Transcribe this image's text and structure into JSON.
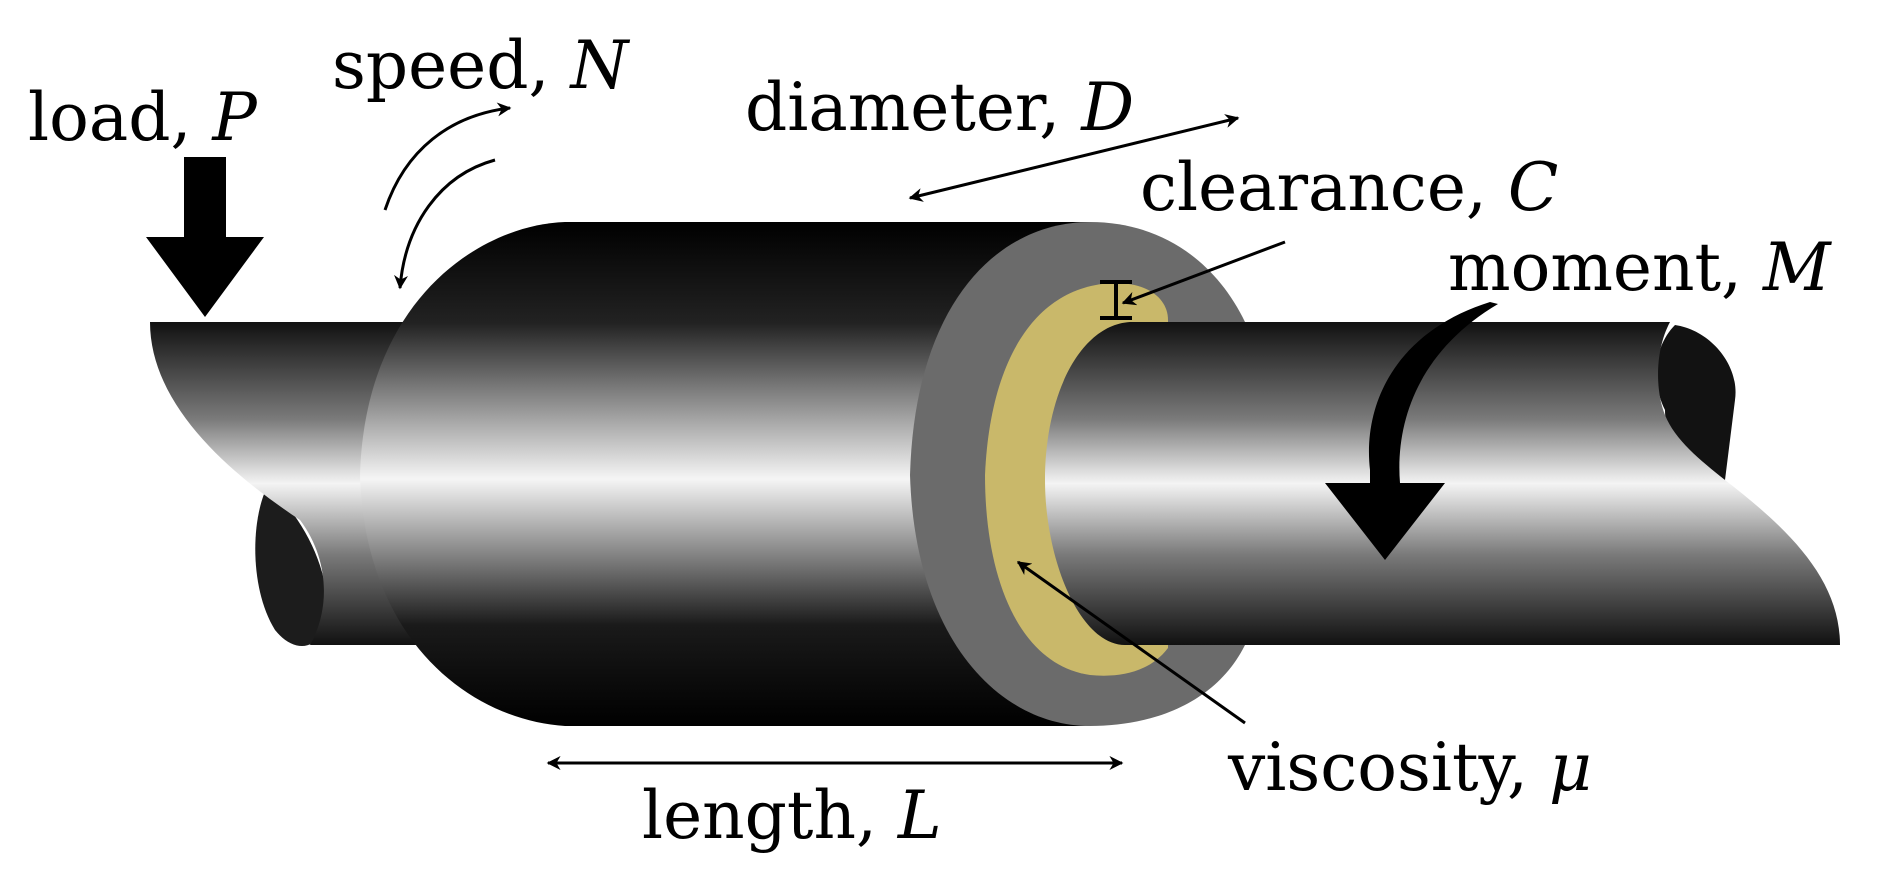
{
  "labels": {
    "load": {
      "text": "load, ",
      "var": "P"
    },
    "speed": {
      "text": "speed, ",
      "var": "N"
    },
    "diameter": {
      "text": "diameter, ",
      "var": "D"
    },
    "clearance": {
      "text": "clearance, ",
      "var": "C"
    },
    "moment": {
      "text": "moment, ",
      "var": "M"
    },
    "viscosity": {
      "text": "viscosity, ",
      "var": "μ"
    },
    "length": {
      "text": "length, ",
      "var": "L"
    }
  },
  "colors": {
    "bearing_face": "#6b6b6b",
    "lubricant": "#c9b86a",
    "shaft_dark": "#111111",
    "shaft_light": "#f2f2f2",
    "arrow": "#000000"
  }
}
